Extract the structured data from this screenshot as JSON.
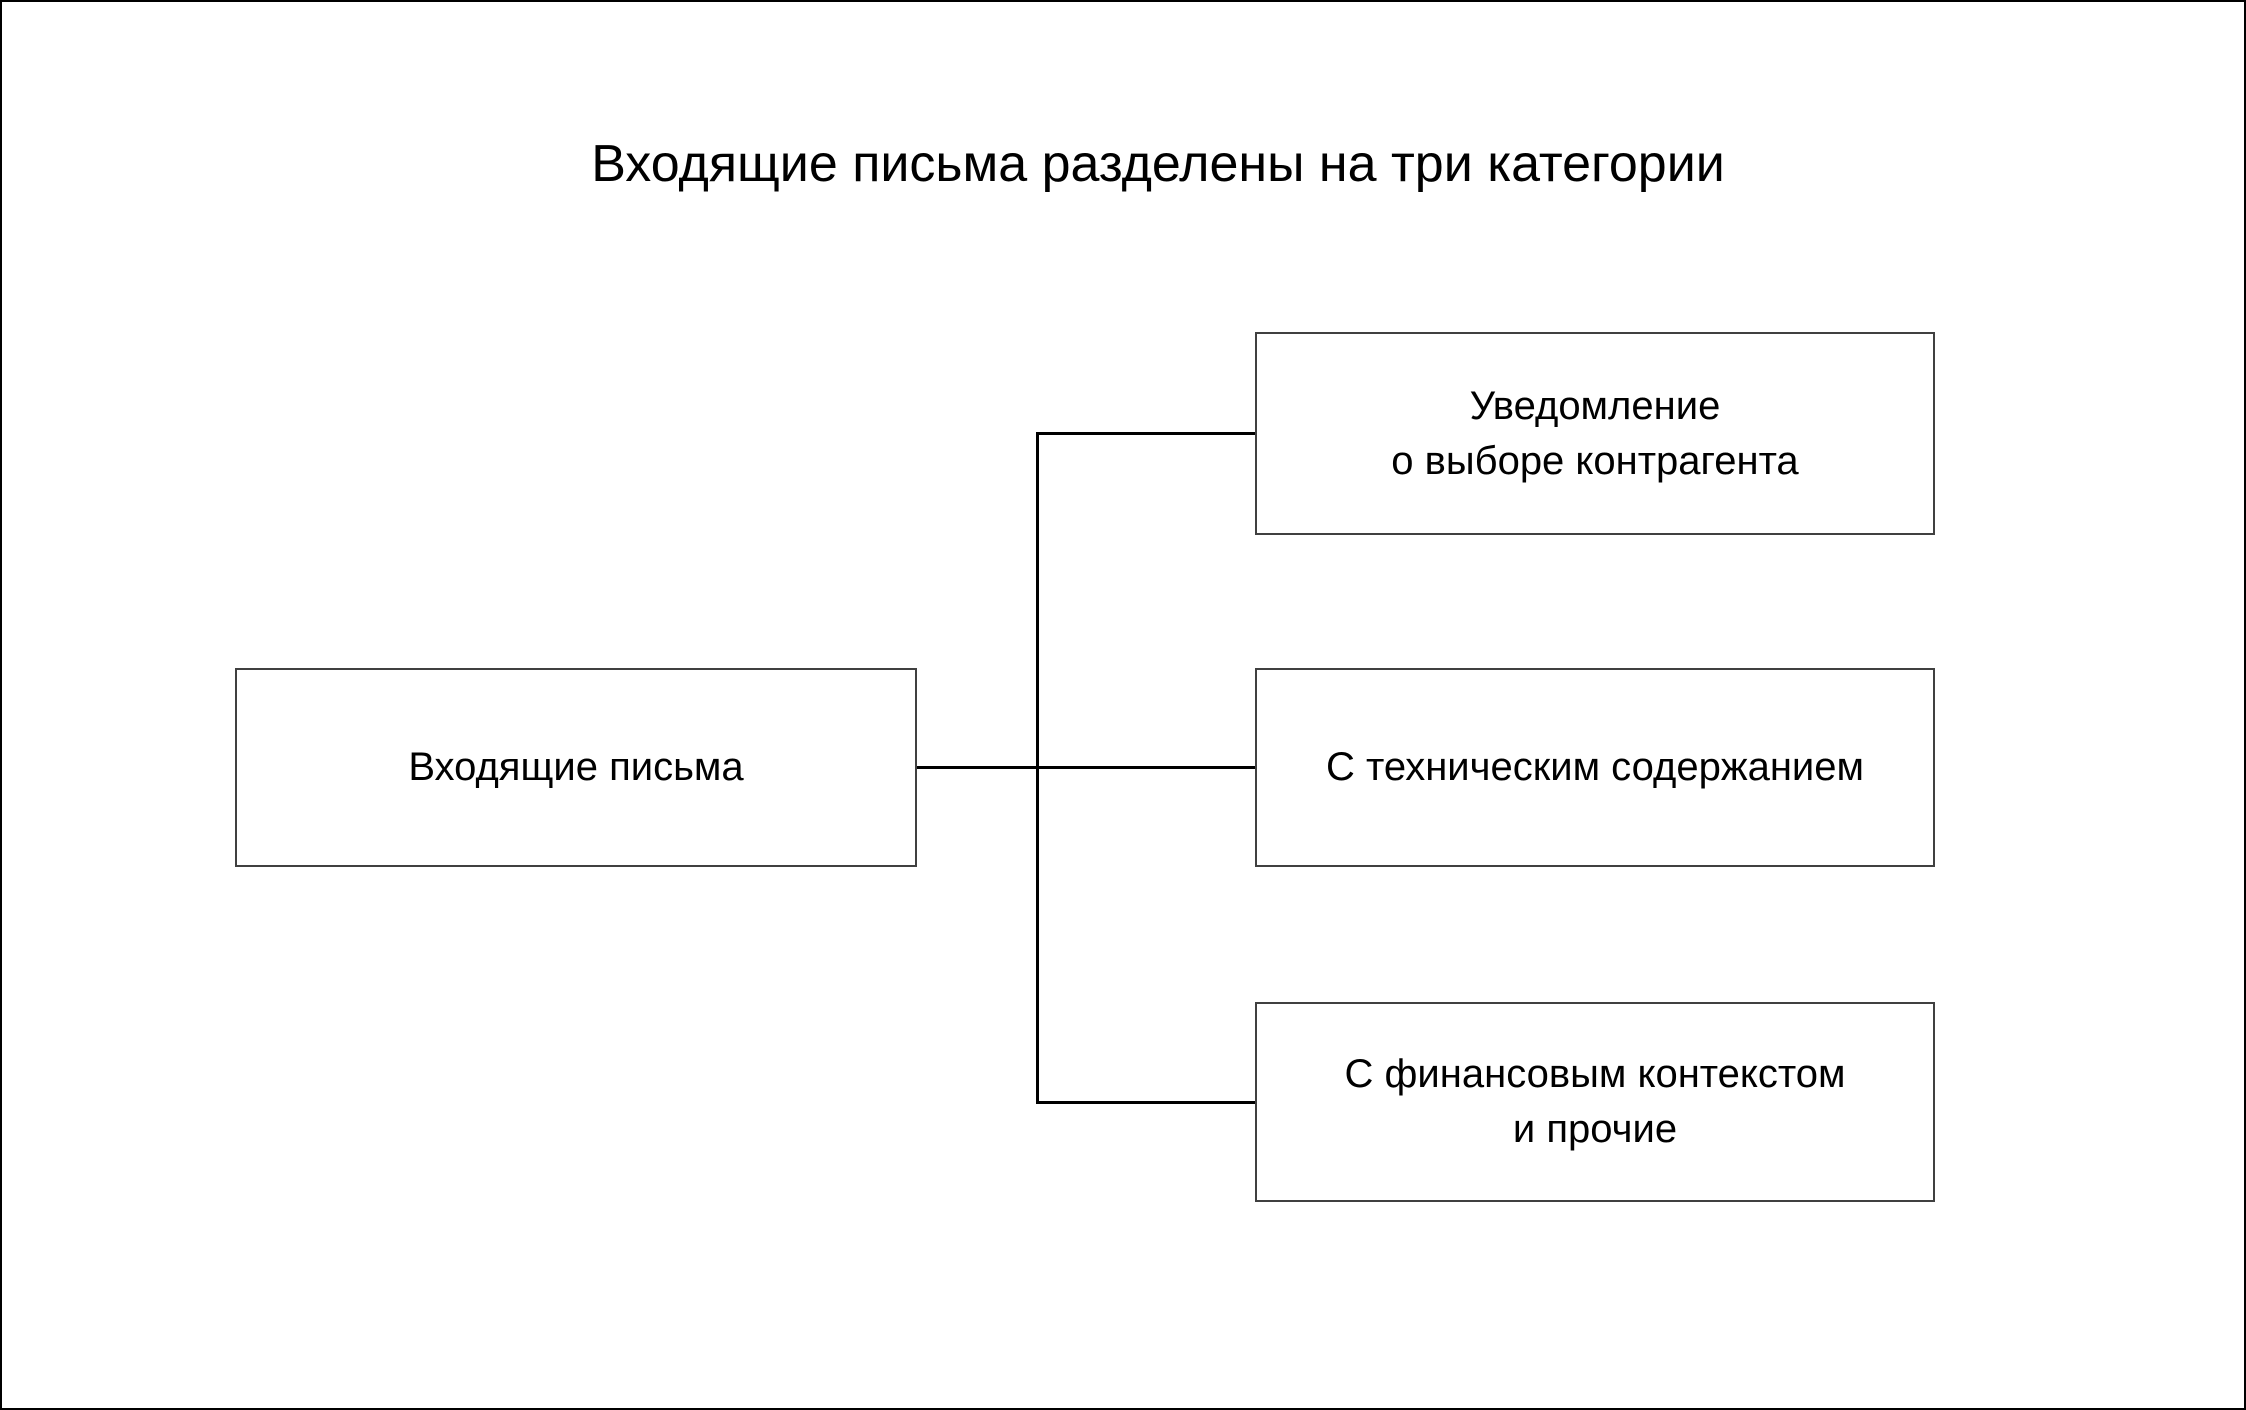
{
  "diagram": {
    "title": "Входящие письма разделены на три категории",
    "root": {
      "label": "Входящие письма"
    },
    "categories": [
      {
        "label": "Уведомление\nо выборе контрагента"
      },
      {
        "label": "С техническим содержанием"
      },
      {
        "label": "С финансовым контекстом\nи прочие"
      }
    ],
    "colors": {
      "background": "#ffffff",
      "page_border": "#000000",
      "box_border": "#404040",
      "connector": "#000000",
      "text": "#000000"
    }
  }
}
